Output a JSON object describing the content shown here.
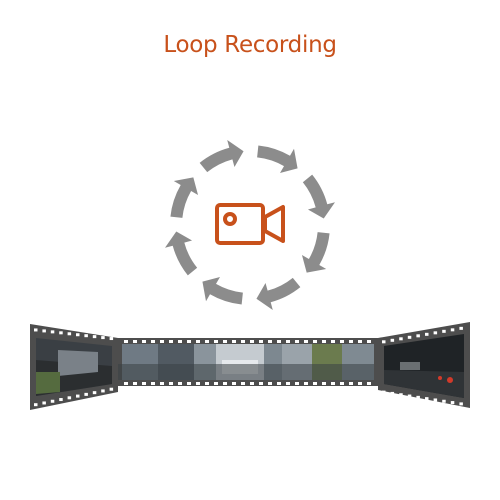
{
  "title": "Loop Recording",
  "colors": {
    "title": "#c8511b",
    "camera_icon": "#c8511b",
    "arrows": "#8c8c8c",
    "film": "#5a5a5a",
    "film_holes": "#ffffff"
  },
  "icons": {
    "center": "video-camera-icon",
    "cycle": "circular-arrows-icon"
  },
  "film_strip": {
    "description_frames": [
      "left-panel",
      "center-strip",
      "right-panel"
    ]
  }
}
